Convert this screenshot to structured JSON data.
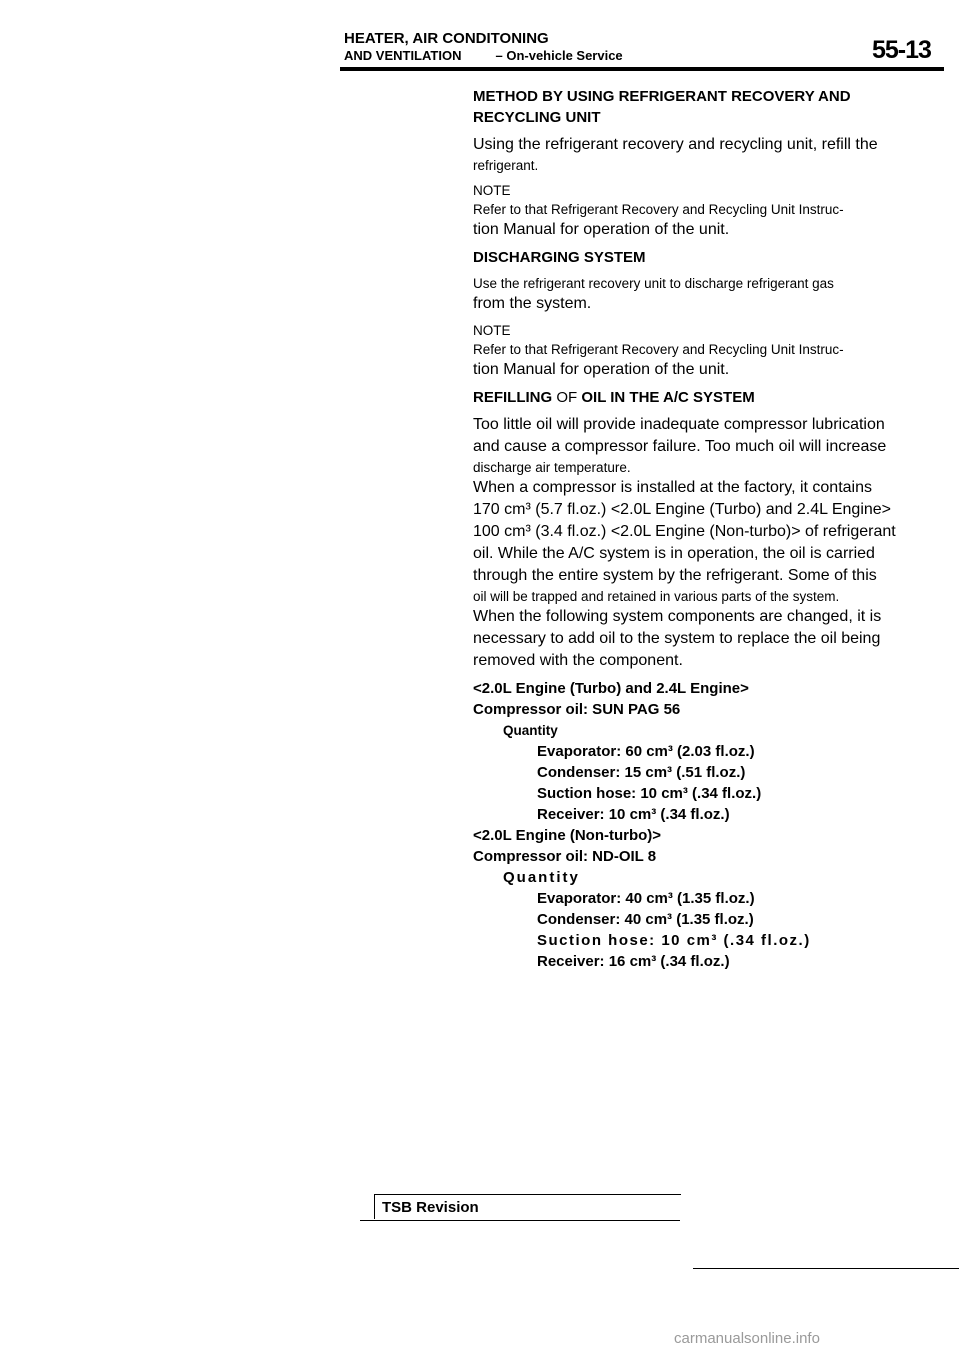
{
  "header": {
    "line1": "HEATER, AIR CONDITONING",
    "line2_left": "AND VENTILATION",
    "line2_right": "– On-vehicle Service",
    "page_number": "55-13"
  },
  "body": {
    "method_heading": "METHOD BY USING REFRIGERANT RECOVERY AND RECYCLING UNIT",
    "using_line1": "Using the refrigerant recovery and recycling unit, refill the",
    "using_line2": "refrigerant.",
    "note1_label": "NOTE",
    "note1_line1": "Refer to that Refrigerant Recovery and Recycling Unit Instruc-",
    "note1_line2": "tion Manual for operation of the unit.",
    "discharging_heading": "DISCHARGING SYSTEM",
    "discharging_line1": "Use the refrigerant recovery unit to discharge refrigerant gas",
    "discharging_line2": "from the system.",
    "note2_label": "NOTE",
    "note2_line1": "Refer to that Refrigerant Recovery and Recycling Unit Instruc-",
    "note2_line2": "tion Manual for operation of the unit.",
    "refilling_a": "REFILLING",
    "refilling_of": "OF",
    "refilling_b": "OIL IN THE A/C SYSTEM",
    "p1_l1": "Too little oil will provide inadequate compressor lubrication",
    "p1_l2": "and cause a compressor failure. Too much oil will increase",
    "p1_l3": "discharge air temperature.",
    "p2_l1": "When a compressor is installed at the factory, it contains",
    "p2_l2": "170 cm³ (5.7 fl.oz.) <2.0L Engine (Turbo) and 2.4L Engine>",
    "p2_l3": "100 cm³ (3.4 fl.oz.) <2.0L Engine (Non-turbo)> of refrigerant",
    "p2_l4": "oil. While the A/C system is in operation, the oil is carried",
    "p2_l5": "through the entire system by the refrigerant. Some of this",
    "p2_l6": "oil will be trapped and retained in various parts of the system.",
    "p3_l1": "When the following system components are changed, it is",
    "p3_l2": "necessary to add oil to the system to replace the oil being",
    "p3_l3": "removed with the component."
  },
  "specs": {
    "group1_engine": "<2.0L Engine (Turbo) and 2.4L Engine>",
    "group1_oil": "Compressor oil: SUN PAG 56",
    "group1_quantity": "Quantity",
    "group1_items": [
      "Evaporator: 60 cm³ (2.03 fl.oz.)",
      "Condenser: 15 cm³ (.51 fl.oz.)",
      "Suction hose: 10 cm³ (.34 fl.oz.)",
      "Receiver: 10 cm³ (.34 fl.oz.)"
    ],
    "group2_engine": "<2.0L Engine (Non-turbo)>",
    "group2_oil": "Compressor oil: ND-OIL 8",
    "group2_quantity": "Quantity",
    "group2_items": [
      "Evaporator: 40 cm³ (1.35 fl.oz.)",
      "Condenser: 40 cm³ (1.35 fl.oz.)",
      "Suction hose: 10 cm³ (.34 fl.oz.)",
      "Receiver: 16 cm³ (.34 fl.oz.)"
    ]
  },
  "footer": {
    "tsb_revision": "TSB Revision",
    "watermark": "carmanualsonline.info"
  }
}
